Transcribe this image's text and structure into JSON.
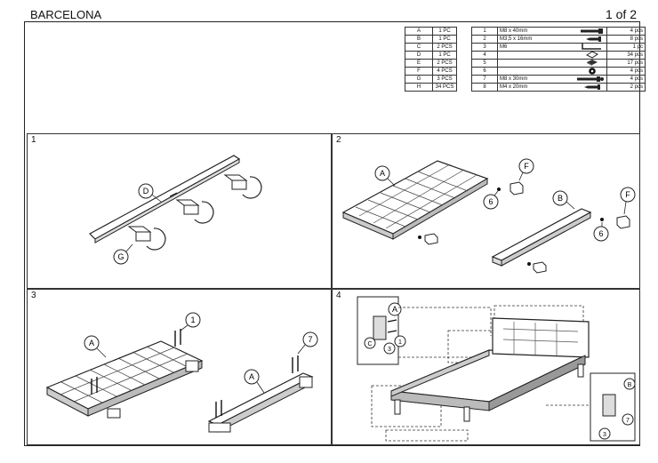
{
  "header": {
    "title": "BARCELONA",
    "page": "1 of 2"
  },
  "parts_list": [
    {
      "letter": "A",
      "qty": "1 PC"
    },
    {
      "letter": "B",
      "qty": "1 PC"
    },
    {
      "letter": "C",
      "qty": "2 PCS"
    },
    {
      "letter": "D",
      "qty": "1 PC"
    },
    {
      "letter": "E",
      "qty": "2 PCS"
    },
    {
      "letter": "F",
      "qty": "4 PCS"
    },
    {
      "letter": "G",
      "qty": "3 PCS"
    },
    {
      "letter": "H",
      "qty": "34 PCS"
    }
  ],
  "hardware_list": [
    {
      "num": "1",
      "desc": "M8 x 40mm",
      "icon": "bolt-icon",
      "qty": "4 pcs"
    },
    {
      "num": "2",
      "desc": "M3,5 x 16mm",
      "icon": "screw-icon",
      "qty": "8 pcs"
    },
    {
      "num": "3",
      "desc": "M6",
      "icon": "allen-key-icon",
      "qty": "1 pc"
    },
    {
      "num": "4",
      "desc": "",
      "icon": "washer-icon",
      "qty": "34 pcs"
    },
    {
      "num": "5",
      "desc": "",
      "icon": "cap-icon",
      "qty": "17 pcs"
    },
    {
      "num": "6",
      "desc": "",
      "icon": "nut-icon",
      "qty": "4 pcs"
    },
    {
      "num": "7",
      "desc": "M8 x 30mm",
      "icon": "bolt-icon",
      "qty": "4 pcs"
    },
    {
      "num": "8",
      "desc": "M4 x 20mm",
      "icon": "screw-icon",
      "qty": "2 pcs"
    }
  ],
  "steps": [
    {
      "num": "1",
      "callouts": [
        "D",
        "G"
      ]
    },
    {
      "num": "2",
      "callouts": [
        "A",
        "F",
        "6",
        "B",
        "F",
        "6"
      ]
    },
    {
      "num": "3",
      "callouts": [
        "A",
        "1",
        "A",
        "7"
      ]
    },
    {
      "num": "4",
      "callouts": [
        "A",
        "C",
        "3",
        "1",
        "B",
        "7",
        "3"
      ]
    }
  ]
}
